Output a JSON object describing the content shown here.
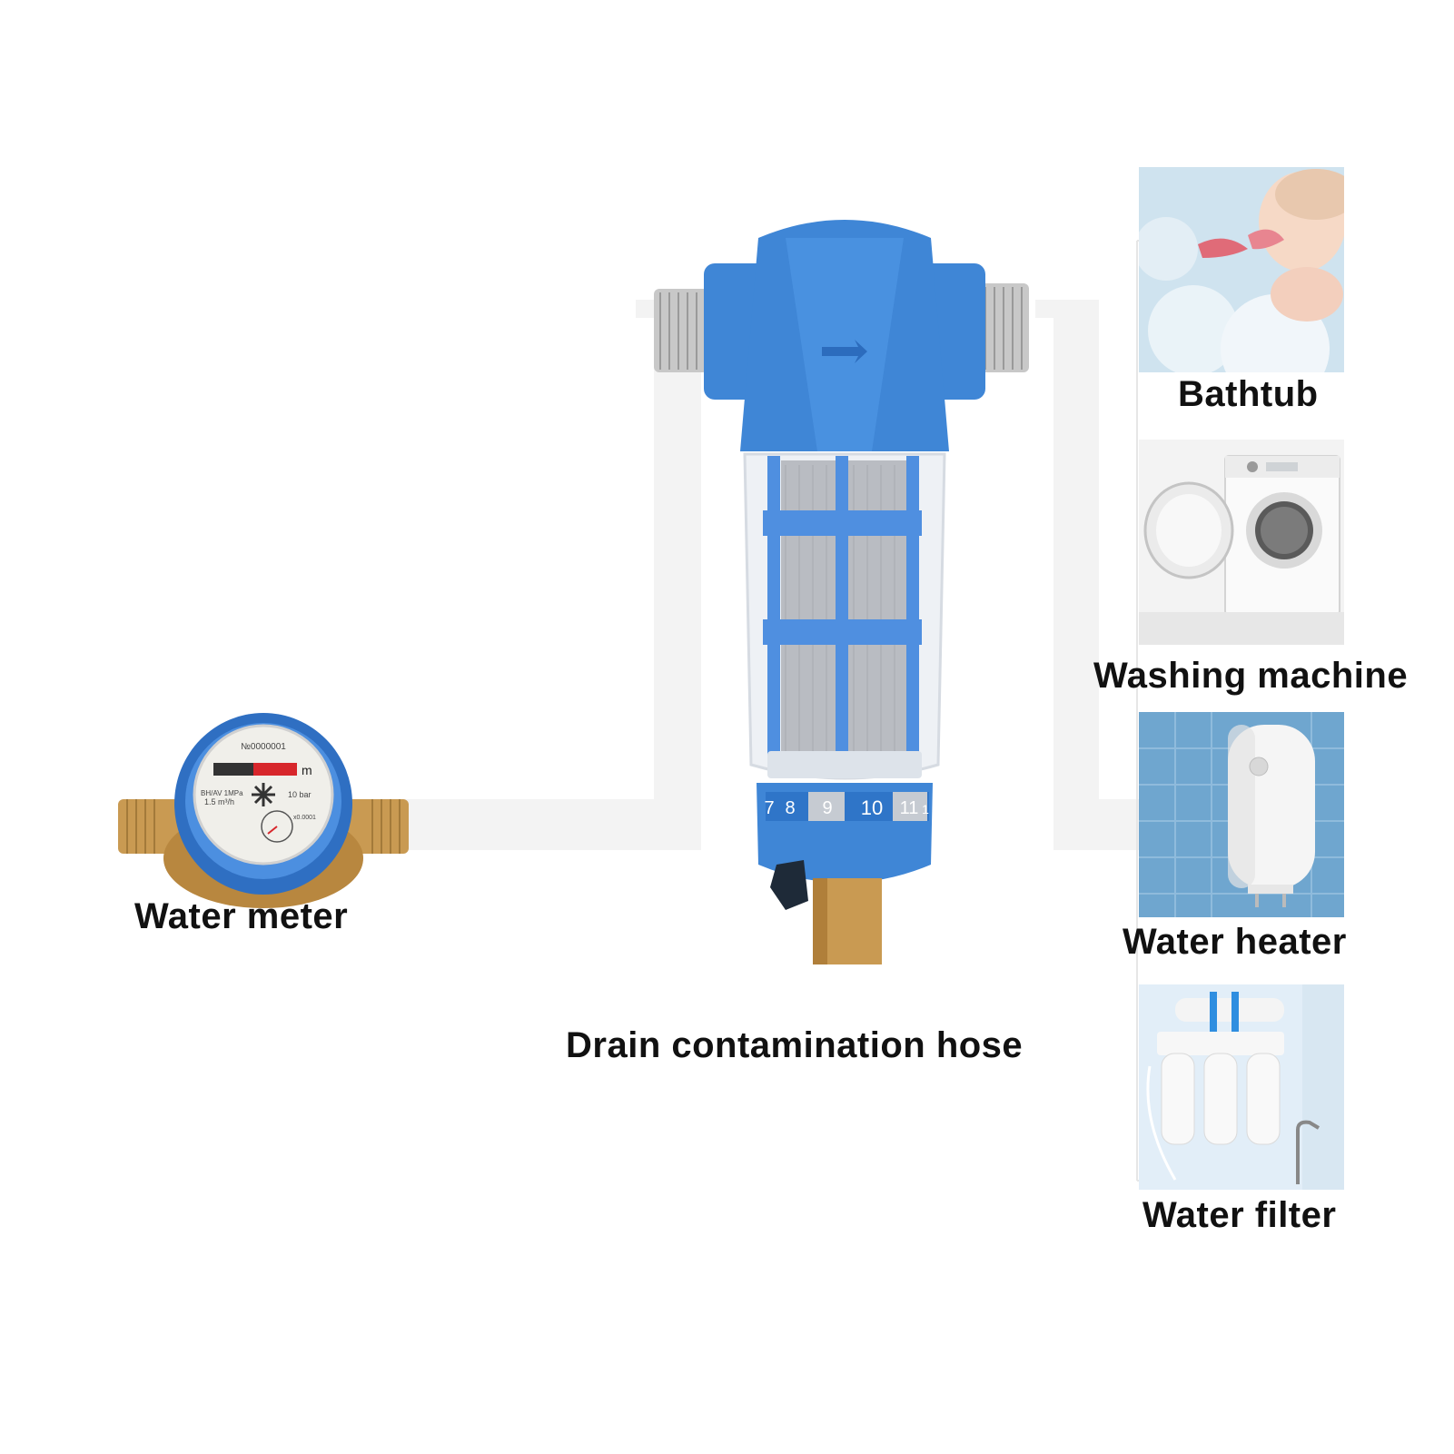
{
  "labels": {
    "water_meter": "Water meter",
    "drain_hose": "Drain contamination hose",
    "bathtub": "Bathtub",
    "washing_machine": "Washing machine",
    "water_heater": "Water heater",
    "water_filter": "Water filter"
  },
  "meter": {
    "serial": "№0000001",
    "unit": "m",
    "spec_left": "BH/AV 1MPa",
    "spec_flow": "1.5 m³/h",
    "spec_right": "10 bar",
    "dial_mult": "x0.0001"
  },
  "filter_scale": [
    "7",
    "8",
    "9",
    "10",
    "11",
    "1"
  ],
  "colors": {
    "filter_blue": "#3f86d6",
    "brass": "#c99a52",
    "pipe": "#f3f3f3",
    "connector_line": "#e6e6e6"
  }
}
